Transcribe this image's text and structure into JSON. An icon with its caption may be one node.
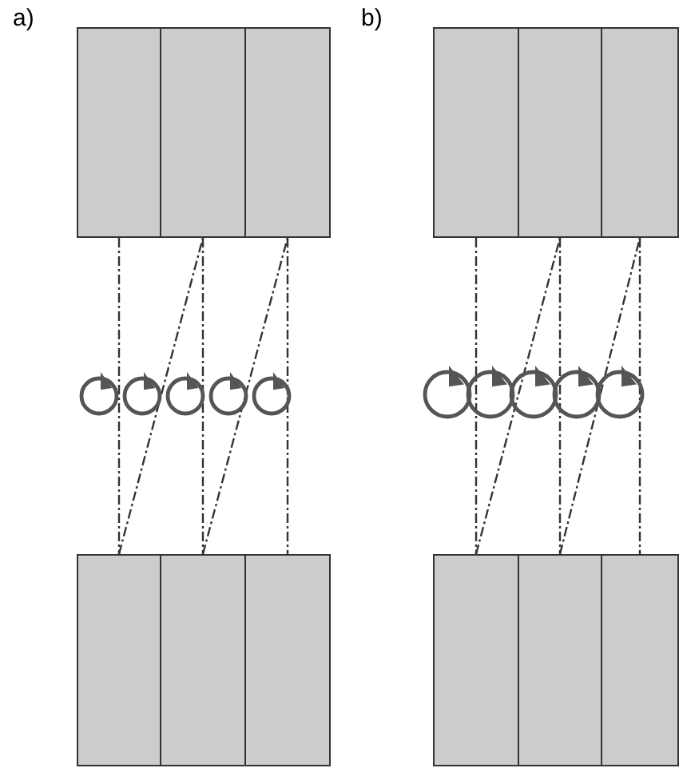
{
  "diagram": {
    "nodes": [
      {
        "text": [],
        "shape": "box"
      },
      {
        "text": [],
        "shape": "box"
      },
      {
        "text": [],
        "shape": "box"
      },
      {
        "text": [],
        "shape": "box"
      },
      {
        "text": [],
        "shape": "box"
      },
      {
        "text": [],
        "shape": "box"
      },
      {
        "text": [],
        "shape": "box"
      },
      {
        "text": [],
        "shape": "box"
      },
      {
        "text": [],
        "shape": "box"
      },
      {
        "text": [],
        "shape": "box"
      },
      {
        "text": [],
        "shape": "box"
      },
      {
        "text": [],
        "shape": "box"
      }
    ],
    "edges": [
      {
        "from": 0,
        "to": 3,
        "arrow": "none",
        "style": "dashed"
      },
      {
        "from": 3,
        "to": 1,
        "arrow": "none",
        "style": "dashed"
      },
      {
        "from": 1,
        "to": 4,
        "arrow": "none",
        "style": "dashed"
      },
      {
        "from": 4,
        "to": 2,
        "arrow": "none",
        "style": "dashed"
      },
      {
        "from": 2,
        "to": 5,
        "arrow": "none",
        "style": "dashed"
      },
      {
        "from": 6,
        "to": 9,
        "arrow": "none",
        "style": "dashed"
      },
      {
        "from": 9,
        "to": 7,
        "arrow": "none",
        "style": "dashed"
      },
      {
        "from": 7,
        "to": 10,
        "arrow": "none",
        "style": "dashed"
      },
      {
        "from": 10,
        "to": 8,
        "arrow": "none",
        "style": "dashed"
      },
      {
        "from": 8,
        "to": 11,
        "arrow": "none",
        "style": "dashed"
      }
    ],
    "labels": [
      "a)",
      "b)"
    ]
  }
}
